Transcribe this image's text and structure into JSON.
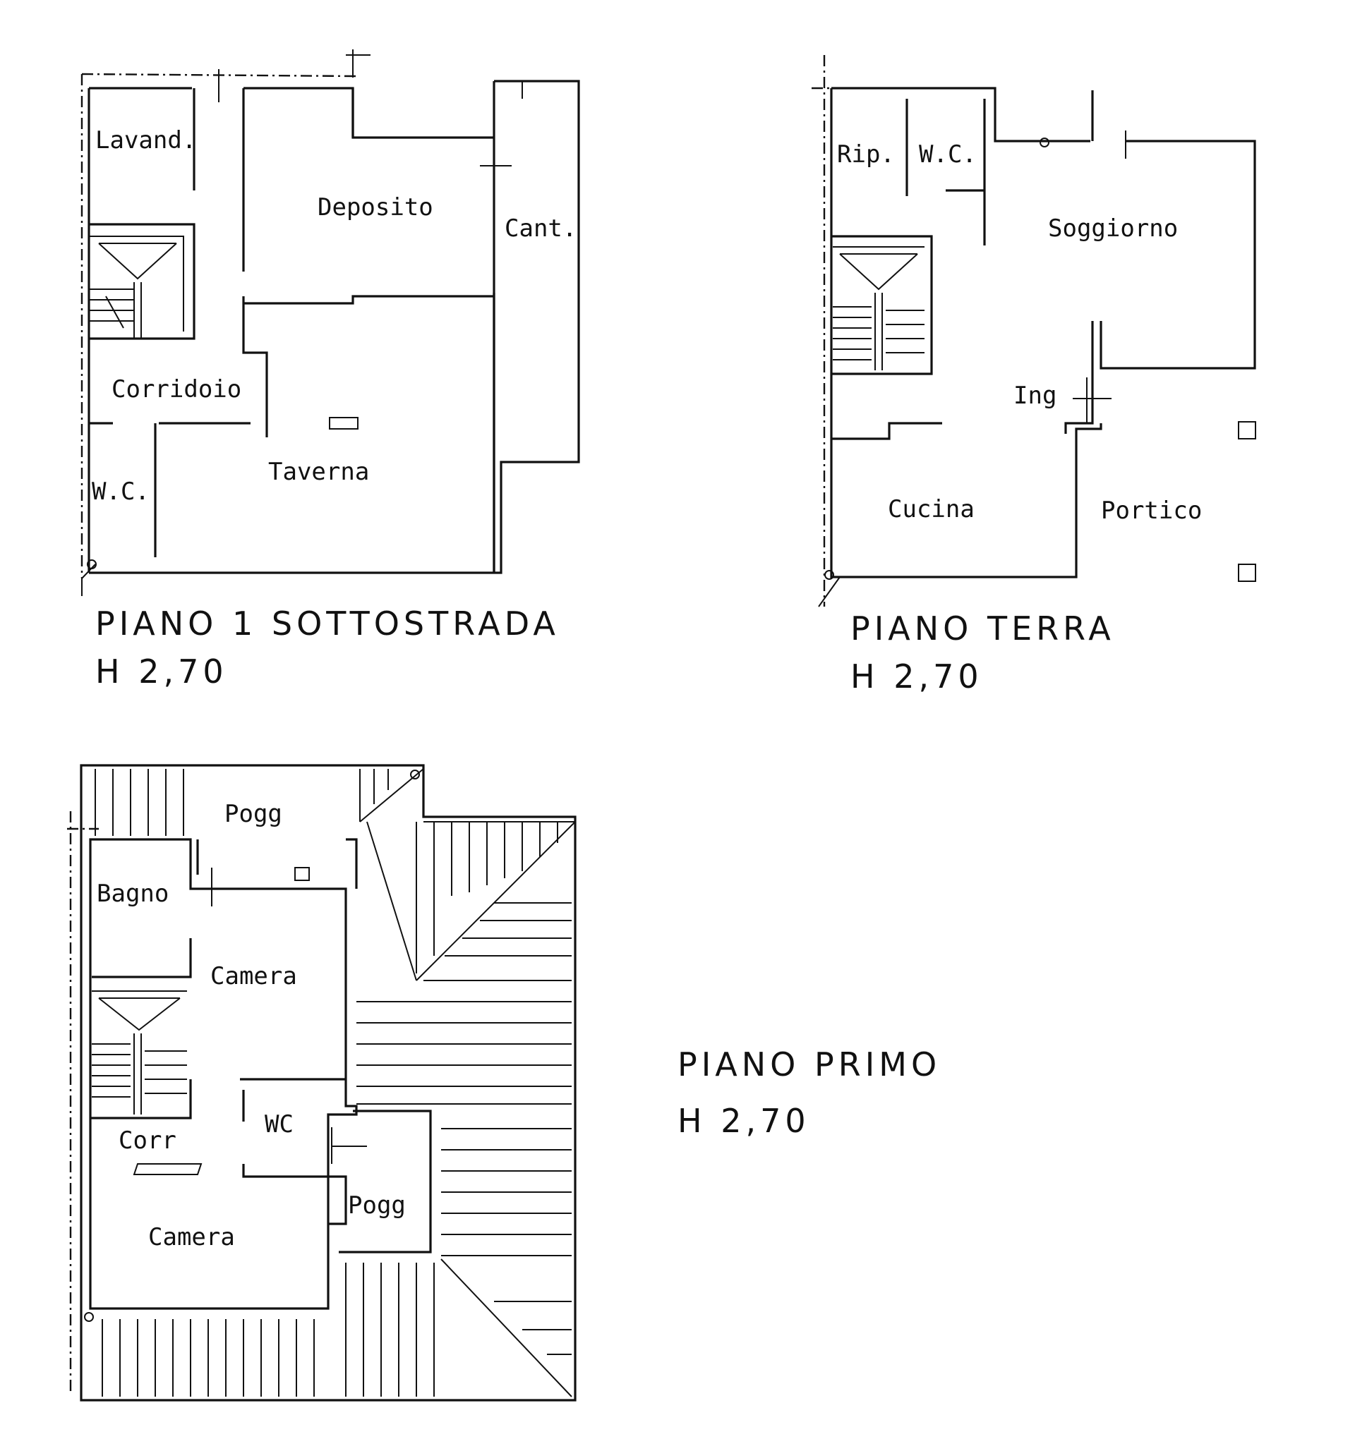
{
  "plans": {
    "sottostrada": {
      "title": "PIANO  1 SOTTOSTRADA",
      "height": "H  2,70",
      "rooms": {
        "lavanderia": "Lavand.",
        "deposito": "Deposito",
        "cantina": "Cant.",
        "corridoio": "Corridoio",
        "taverna": "Taverna",
        "wc": "W.C."
      }
    },
    "terra": {
      "title": "PIANO   TERRA",
      "height": "H 2,70",
      "rooms": {
        "ripostiglio": "Rip.",
        "wc": "W.C.",
        "soggiorno": "Soggiorno",
        "ingresso": "Ing",
        "cucina": "Cucina",
        "portico": "Portico"
      }
    },
    "primo": {
      "title": "PIANO PRIMO",
      "height": "H  2,70",
      "rooms": {
        "poggiolo_top": "Pogg",
        "bagno": "Bagno",
        "camera_top": "Camera",
        "wc": "WC",
        "corridoio": "Corr",
        "camera_bottom": "Camera",
        "poggiolo_right": "Pogg"
      }
    }
  }
}
